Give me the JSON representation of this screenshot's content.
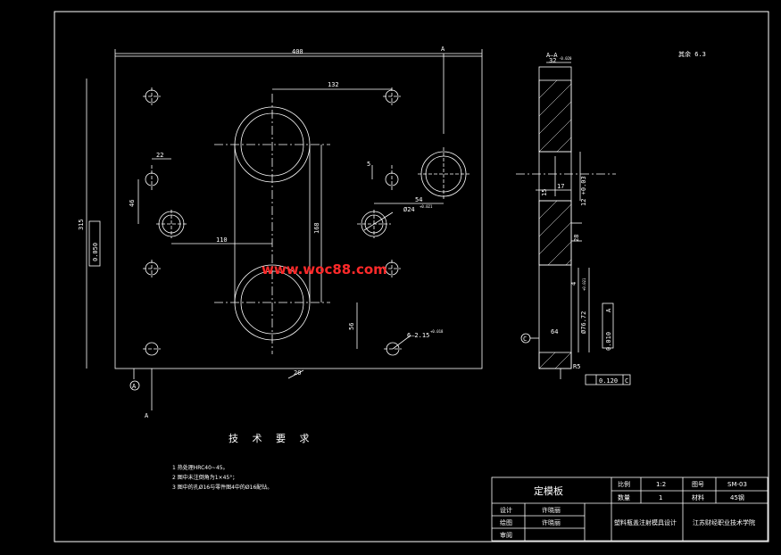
{
  "colors": {
    "background": "#000000",
    "lines": "#ffffff",
    "watermark": "#ff2a2a"
  },
  "watermark": "www.woc88.com",
  "front_view": {
    "dims": {
      "width": "400",
      "d132": "132",
      "d22": "22",
      "d46": "46",
      "height": "315",
      "d110": "110",
      "d168": "168",
      "d56": "56",
      "d5": "5",
      "d54": "54",
      "d24": "Ø24",
      "d24_tol": "+0.021",
      "d2x15": "6–2.15",
      "d2x15_tol": "+0.018",
      "d20": "20"
    },
    "flatness": "0.050",
    "datum": "A",
    "section_mark": "A"
  },
  "section_view": {
    "label": "A—A",
    "d32": "32",
    "d32_tol": "-0.020",
    "d12_tol": "12 +0.03",
    "d17": "17",
    "d15": "15",
    "d28": "28",
    "d4": "4",
    "d7672": "Ø76.72",
    "d7672_tol": "+0.021",
    "d64": "64",
    "dR": "R5",
    "perp1": "0.010",
    "perp1_datum": "A",
    "perp2": "0.120",
    "perp2_datum": "C",
    "datum_c": "C",
    "note_right": "其余 6.3"
  },
  "requirements": {
    "title": "技 术 要 求",
    "items": [
      "1  热处理HRC40~45。",
      "2  图中未注倒角为1×45°；",
      "3  图中的孔Ø16与零件图4中的Ø16配钻。"
    ]
  },
  "title_block": {
    "part_name": "定模板",
    "scale_label": "比例",
    "scale_value": "1:2",
    "drawing_no_label": "图号",
    "drawing_no_value": "SM-03",
    "qty_label": "数量",
    "qty_value": "1",
    "material_label": "材料",
    "material_value": "45钢",
    "design_label": "设计",
    "design_name": "许晓丽",
    "draw_label": "绘图",
    "draw_name": "许晓丽",
    "review_label": "审阅",
    "project": "塑料瓶盖注射模具设计",
    "school": "江苏财经职业技术学院"
  }
}
